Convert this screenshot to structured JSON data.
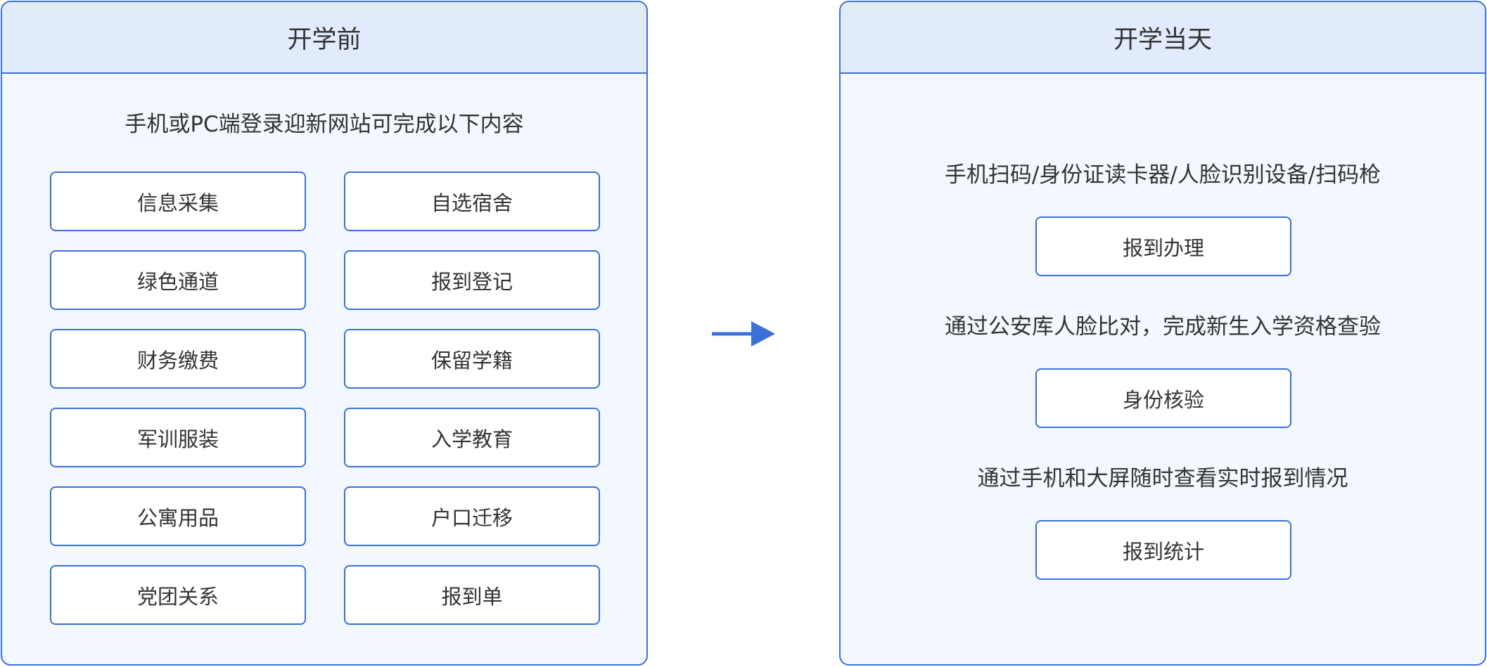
{
  "before": {
    "title": "开学前",
    "subtitle": "手机或PC端登录迎新网站可完成以下内容",
    "items": [
      "信息采集",
      "自选宿舍",
      "绿色通道",
      "报到登记",
      "财务缴费",
      "保留学籍",
      "军训服装",
      "入学教育",
      "公寓用品",
      "户口迁移",
      "党团关系",
      "报到单"
    ]
  },
  "day": {
    "title": "开学当天",
    "steps": [
      {
        "text": "手机扫码/身份证读卡器/人脸识别设备/扫码枪",
        "box": "报到办理"
      },
      {
        "text": "通过公安库人脸比对，完成新生入学资格查验",
        "box": "身份核验"
      },
      {
        "text": "通过手机和大屏随时查看实时报到情况",
        "box": "报到统计"
      }
    ]
  },
  "colors": {
    "border": "#3a70d8",
    "header_fill": "#e1ebfb",
    "panel_fill": "#f3f7fe",
    "arrow": "#3a70d8"
  },
  "icons": {
    "flow_arrow": "right-arrow-icon"
  }
}
